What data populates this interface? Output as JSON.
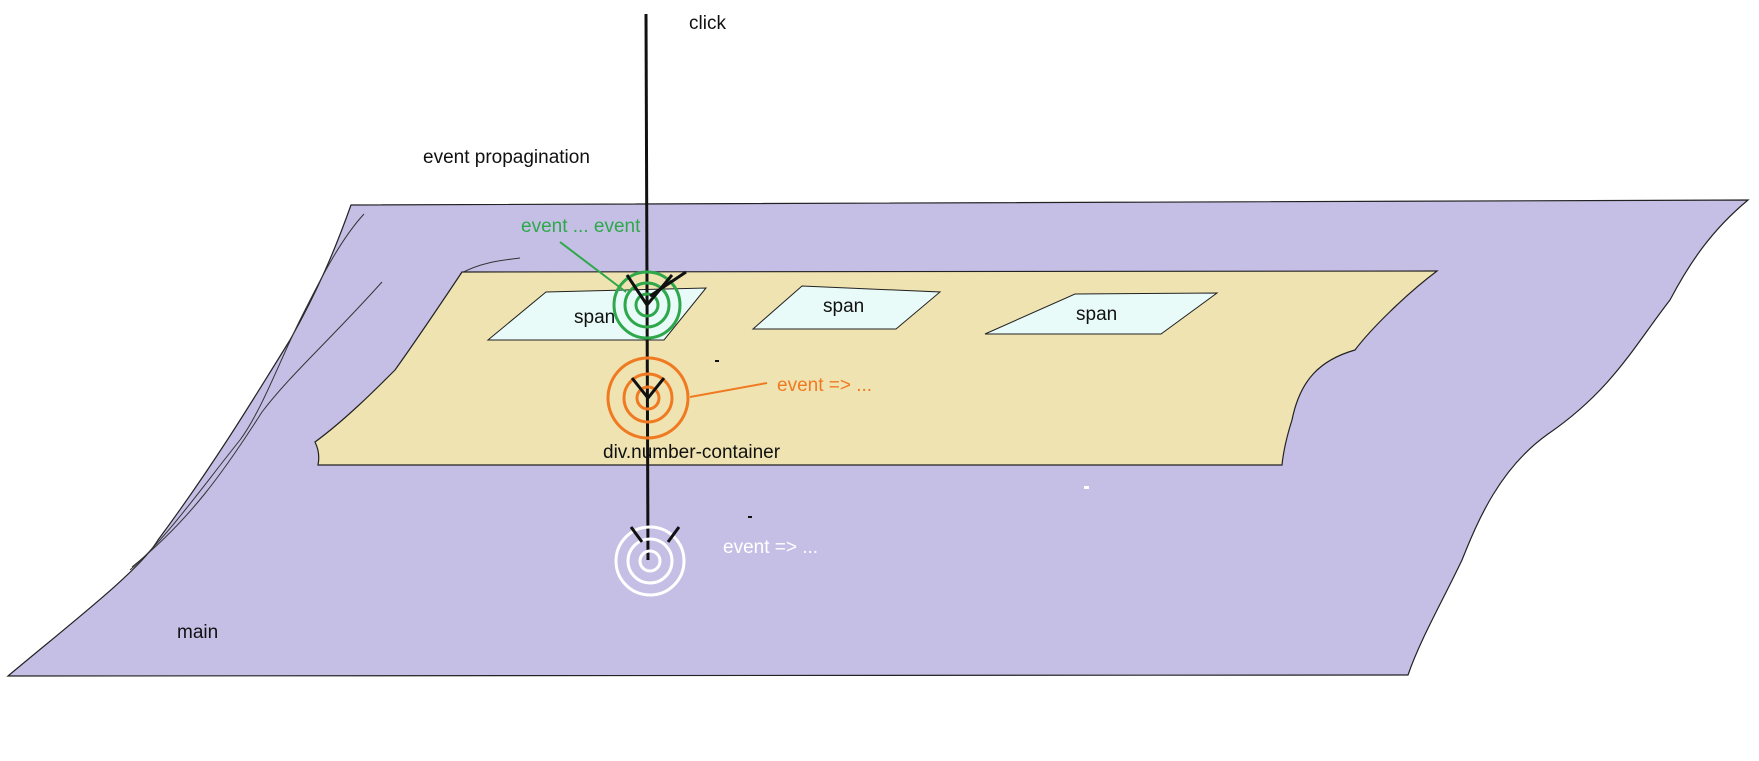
{
  "labels": {
    "click": "click",
    "title": "event propagination",
    "span_1": "span",
    "span_2": "span",
    "span_3": "span",
    "container": "div.number-container",
    "main": "main",
    "event_span": "event ... event",
    "event_container": "event => ...",
    "event_main": "event => ..."
  },
  "colors": {
    "main_fill": "#c5bfe6",
    "container_fill": "#efe3b1",
    "span_fill": "#e8fbf8",
    "stroke": "#111111",
    "green": "#2ea84a",
    "orange": "#f07a22",
    "white": "#ffffff"
  },
  "icons": [
    "target-rings-icon",
    "chevron-down-icon"
  ]
}
